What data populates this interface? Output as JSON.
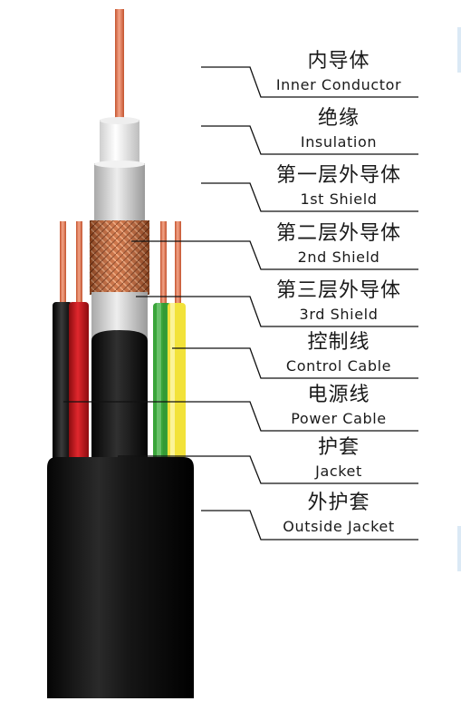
{
  "diagram": {
    "callouts": [
      {
        "id": "inner-conductor",
        "cn": "内导体",
        "en": "Inner Conductor"
      },
      {
        "id": "insulation",
        "cn": "绝缘",
        "en": "Insulation"
      },
      {
        "id": "1st-shield",
        "cn": "第一层外导体",
        "en": "1st Shield"
      },
      {
        "id": "2nd-shield",
        "cn": "第二层外导体",
        "en": "2nd Shield"
      },
      {
        "id": "3rd-shield",
        "cn": "第三层外导体",
        "en": "3rd Shield"
      },
      {
        "id": "control-cable",
        "cn": "控制线",
        "en": "Control Cable"
      },
      {
        "id": "power-cable",
        "cn": "电源线",
        "en": "Power Cable"
      },
      {
        "id": "jacket",
        "cn": "护套",
        "en": "Jacket"
      },
      {
        "id": "outside-jacket",
        "cn": "外护套",
        "en": "Outside Jacket"
      }
    ]
  },
  "colors": {
    "copper": "#e8876a",
    "copper_dark": "#c4542f",
    "insulation": "#f4f4f4",
    "shield_silver": "#d8d8d8",
    "braid": "#d9733f",
    "jacket": "#111111",
    "power_red": "#c8141b",
    "control_green": "#3aa53a",
    "control_yellow": "#f2e23a",
    "leader": "#111111"
  }
}
